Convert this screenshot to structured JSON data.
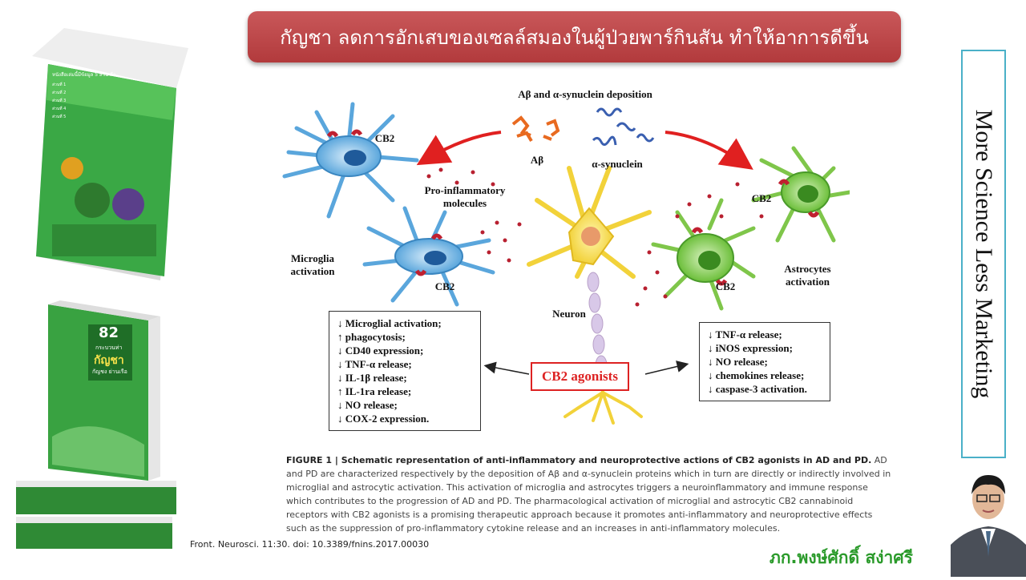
{
  "title": "กัญชา ลดการอักเสบของเซลล์สมองในผู้ป่วยพาร์กินสัน ทำให้อาการดีขึ้น",
  "slogan": "More Science Less Marketing",
  "book_top": {
    "heading": "หนังสือเล่มนี้มีข้อมูล 5 ส่วน คือ",
    "lines": [
      "ส่วนที่ 1",
      "ส่วนที่ 2",
      "ส่วนที่ 3",
      "ส่วนที่ 4",
      "ส่วนที่ 5"
    ]
  },
  "book_bottom": {
    "number": "82",
    "subtitle": "กระบวนท่า",
    "name": "กัญชา",
    "tagline": "กัญชง ย่านเรือ"
  },
  "diagram": {
    "deposition": "Aβ and α-synuclein deposition",
    "abeta": "Aβ",
    "asyn": "α-synuclein",
    "cb2": "CB2",
    "pro_inflammatory": "Pro-inflammatory molecules",
    "microglia": "Microglia activation",
    "astrocytes": "Astrocytes activation",
    "neuron": "Neuron",
    "agonists": "CB2 agonists",
    "microglia_effects": [
      "↓ Microglial activation;",
      "↑ phagocytosis;",
      "↓ CD40 expression;",
      "↓ TNF-α release;",
      "↓ IL-1β release;",
      "↑ IL-1ra release;",
      "↓ NO release;",
      "↓ COX-2 expression."
    ],
    "astrocyte_effects": [
      "↓ TNF-α release;",
      "↓ iNOS expression;",
      "↓ NO release;",
      "↓ chemokines release;",
      "↓ caspase-3 activation."
    ]
  },
  "caption": {
    "bold": "FIGURE 1 | Schematic representation of anti-inflammatory and neuroprotective actions of CB2 agonists in AD and PD.",
    "text": " AD and PD are characterized respectively by the deposition of Aβ and α-synuclein proteins which in turn are directly or indirectly involved in microglial and astrocytic activation. This activation of microglia and astrocytes triggers a neuroinflammatory and immune response which contributes to the progression of AD and PD. The pharmacological activation of microglial and astrocytic CB2 cannabinoid receptors with CB2 agonists is a promising therapeutic approach because it promotes anti-inflammatory and neuroprotective effects such as the suppression of pro-inflammatory cytokine release and an increases in anti-inflammatory molecules."
  },
  "citation": "Front. Neurosci. 11:30. doi: 10.3389/fnins.2017.00030",
  "author": "ภก.พงษ์ศักดิ์ สง่าศรี",
  "colors": {
    "banner": "#b8403f",
    "accent_green": "#2a9a2a",
    "slogan_border": "#4ab0c8"
  }
}
